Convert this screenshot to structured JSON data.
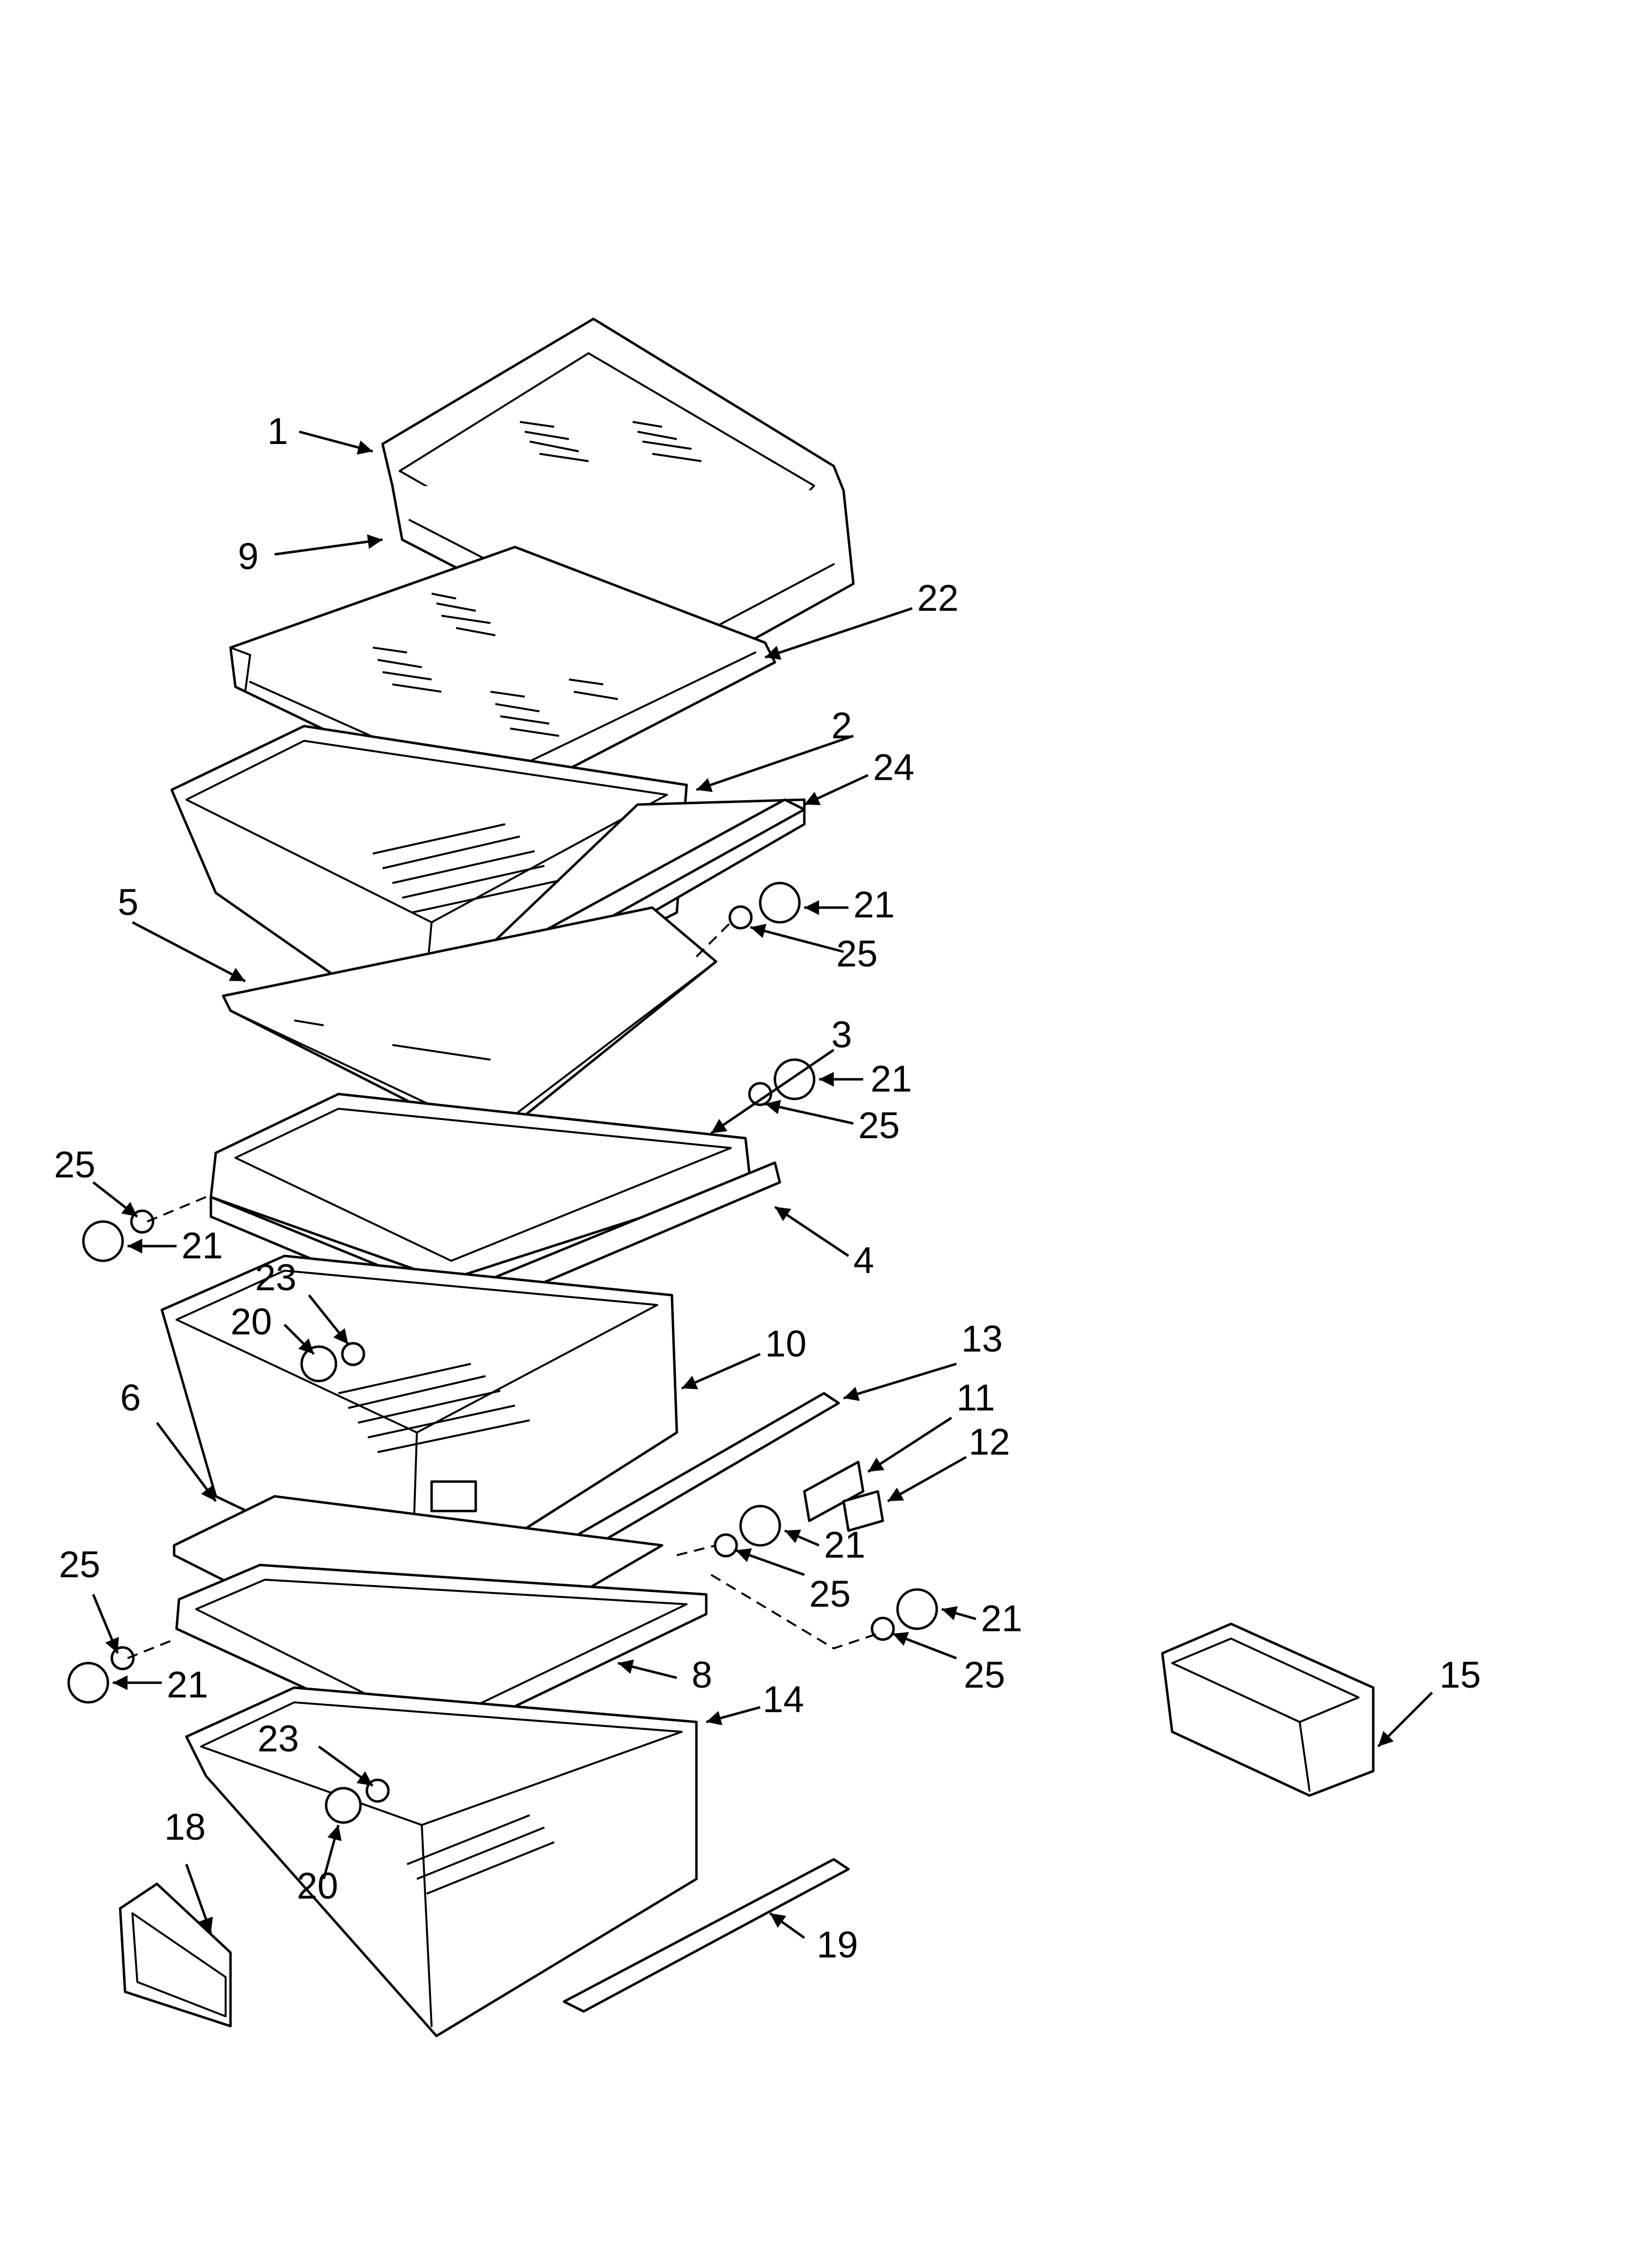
{
  "diagram": {
    "type": "exploded-parts-diagram",
    "line_color": "#000000",
    "background": "#ffffff",
    "callouts": {
      "c1": "1",
      "c9": "9",
      "c22": "22",
      "c2": "2",
      "c24": "24",
      "c5": "5",
      "c21a": "21",
      "c25a": "25",
      "c3": "3",
      "c21b": "21",
      "c25b": "25",
      "c25c": "25",
      "c21c": "21",
      "c4": "4",
      "c23a": "23",
      "c20a": "20",
      "c10": "10",
      "c13": "13",
      "c6": "6",
      "c11": "11",
      "c12": "12",
      "c21d": "21",
      "c25d": "25",
      "c25e": "25",
      "c21e": "21",
      "c21f": "21",
      "c25f": "25",
      "c8": "8",
      "c14": "14",
      "c15": "15",
      "c23b": "23",
      "c18": "18",
      "c20b": "20",
      "c19": "19"
    }
  }
}
